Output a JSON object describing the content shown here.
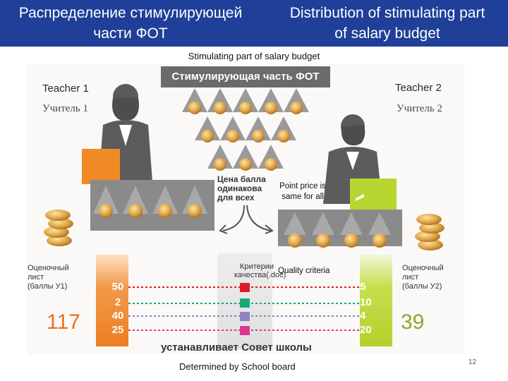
{
  "header": {
    "title_ru_line1": "Распределение стимулирующей",
    "title_ru_line2": "части ФОТ",
    "title_en_line1": "Distribution of stimulating part",
    "title_en_line2": "of salary budget",
    "background_color": "#1f3f98"
  },
  "top_caption": "Stimulating part of salary budget",
  "banner_ru": "Стимулирующая часть ФОТ",
  "teacher1": {
    "label_en": "Teacher 1",
    "label_ru": "Учитель 1",
    "accent_color": "#f08a24"
  },
  "teacher2": {
    "label_en": "Teacher 2",
    "label_ru": "Учитель 2",
    "accent_color": "#b8d630"
  },
  "point_price": {
    "ru_line1": "Цена балла",
    "ru_line2": "одинакова",
    "ru_line3": "для всех",
    "en_line1": "Point price is",
    "en_line2": "same for all"
  },
  "criteria": {
    "ru_line1": "Критерии",
    "ru_line2": "качества(.doc)",
    "en": "Quality criteria",
    "colors": [
      "#e01b24",
      "#1aa67a",
      "#8e84c0",
      "#e0368e"
    ]
  },
  "score_sheet_left": {
    "line1": "Оценочный",
    "line2": "лист",
    "line3": "(баллы У1)"
  },
  "score_sheet_right": {
    "line1": "Оценочный",
    "line2": "лист",
    "line3": "(баллы У2)"
  },
  "scores_left": [
    "50",
    "2",
    "40",
    "25"
  ],
  "scores_right": [
    "5",
    "10",
    "4",
    "20"
  ],
  "total_left": "117",
  "total_right": "39",
  "council_ru": "устанавливает Совет школы",
  "board_en": "Determined by School board",
  "page_number": "12"
}
